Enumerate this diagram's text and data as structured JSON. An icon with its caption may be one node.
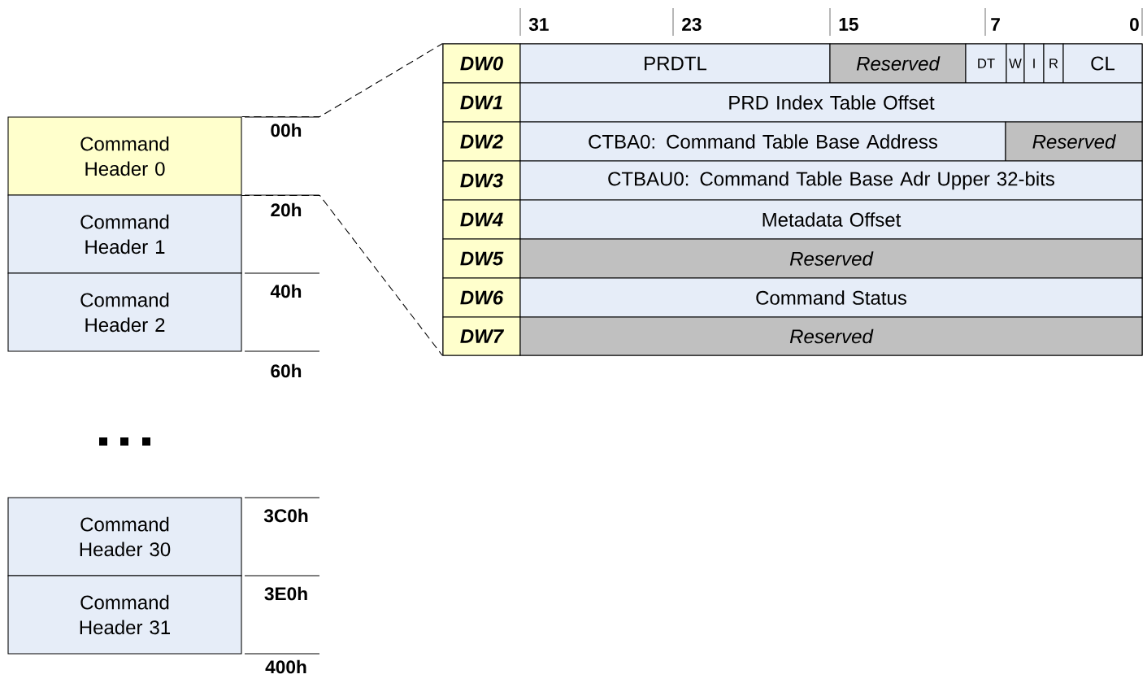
{
  "diagram": {
    "nodes": [
      {
        "text": [
          "Command Header 0"
        ]
      },
      {
        "text": [
          "Command Header 1"
        ]
      },
      {
        "text": [
          "Command Header 2"
        ]
      },
      {
        "text": [
          "Command Header 30"
        ]
      },
      {
        "text": [
          "Command Header 31"
        ]
      },
      {
        "text": [],
        "shape": "box"
      },
      {
        "text": [
          "DW0"
        ],
        "in": 5
      },
      {
        "text": [
          "PRDTL"
        ],
        "in": 5
      },
      {
        "text": [
          "Reserved"
        ],
        "in": 5
      },
      {
        "text": [
          "DT"
        ],
        "in": 5
      },
      {
        "text": [
          "W"
        ],
        "in": 5
      },
      {
        "text": [
          "I"
        ],
        "in": 5
      },
      {
        "text": [
          "R"
        ],
        "in": 5
      },
      {
        "text": [
          "CL"
        ],
        "in": 5
      },
      {
        "text": [
          "DW1"
        ],
        "in": 5
      },
      {
        "text": [
          "PRD Index Table Offset"
        ],
        "in": 5
      },
      {
        "text": [
          "DW2"
        ],
        "in": 5
      },
      {
        "text": [
          "CTBA0: Command Table Base Address"
        ],
        "in": 5
      },
      {
        "text": [
          "Reserved"
        ],
        "in": 5
      },
      {
        "text": [
          "DW3"
        ],
        "in": 5
      },
      {
        "text": [
          "CTBAU0: Command Table Base Adr Upper 32-bits"
        ],
        "in": 5
      },
      {
        "text": [
          "DW4"
        ],
        "in": 5
      },
      {
        "text": [
          "Metadata Offset"
        ],
        "in": 5
      },
      {
        "text": [
          "DW5"
        ],
        "in": 5
      },
      {
        "text": [
          "Reserved"
        ],
        "in": 5
      },
      {
        "text": [
          "DW6"
        ],
        "in": 5
      },
      {
        "text": [
          "Command Status"
        ],
        "in": 5
      },
      {
        "text": [
          "DW7"
        ],
        "in": 5
      },
      {
        "text": [
          "Reserved"
        ],
        "in": 5
      }
    ],
    "edges": [
      {
        "from": 0,
        "to": 5,
        "arrow": "none",
        "style": "dashed"
      },
      {
        "from": 0,
        "to": 5,
        "arrow": "none",
        "style": "dashed"
      }
    ],
    "labels": [
      "31",
      "23",
      "15",
      "7",
      "0",
      "00h",
      "20h",
      "40h",
      "60h",
      "3C0h",
      "3E0h",
      "400h"
    ]
  }
}
